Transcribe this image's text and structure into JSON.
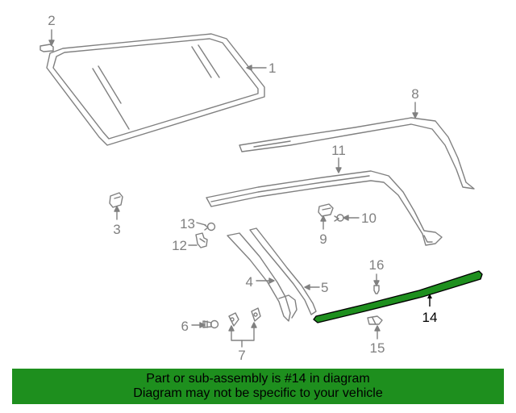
{
  "diagram": {
    "highlight_color": "#1e8f1e",
    "parts": [
      {
        "number": "1",
        "highlighted": false
      },
      {
        "number": "2",
        "highlighted": false
      },
      {
        "number": "3",
        "highlighted": false
      },
      {
        "number": "4",
        "highlighted": false
      },
      {
        "number": "5",
        "highlighted": false
      },
      {
        "number": "6",
        "highlighted": false
      },
      {
        "number": "7",
        "highlighted": false
      },
      {
        "number": "8",
        "highlighted": false
      },
      {
        "number": "9",
        "highlighted": false
      },
      {
        "number": "10",
        "highlighted": false
      },
      {
        "number": "11",
        "highlighted": false
      },
      {
        "number": "12",
        "highlighted": false
      },
      {
        "number": "13",
        "highlighted": false
      },
      {
        "number": "14",
        "highlighted": true
      },
      {
        "number": "15",
        "highlighted": false
      },
      {
        "number": "16",
        "highlighted": false
      }
    ]
  },
  "banner": {
    "line1": "Part or sub-assembly is #14 in diagram",
    "line2": "Diagram may not be specific to your vehicle",
    "background": "#1e8f1e"
  }
}
